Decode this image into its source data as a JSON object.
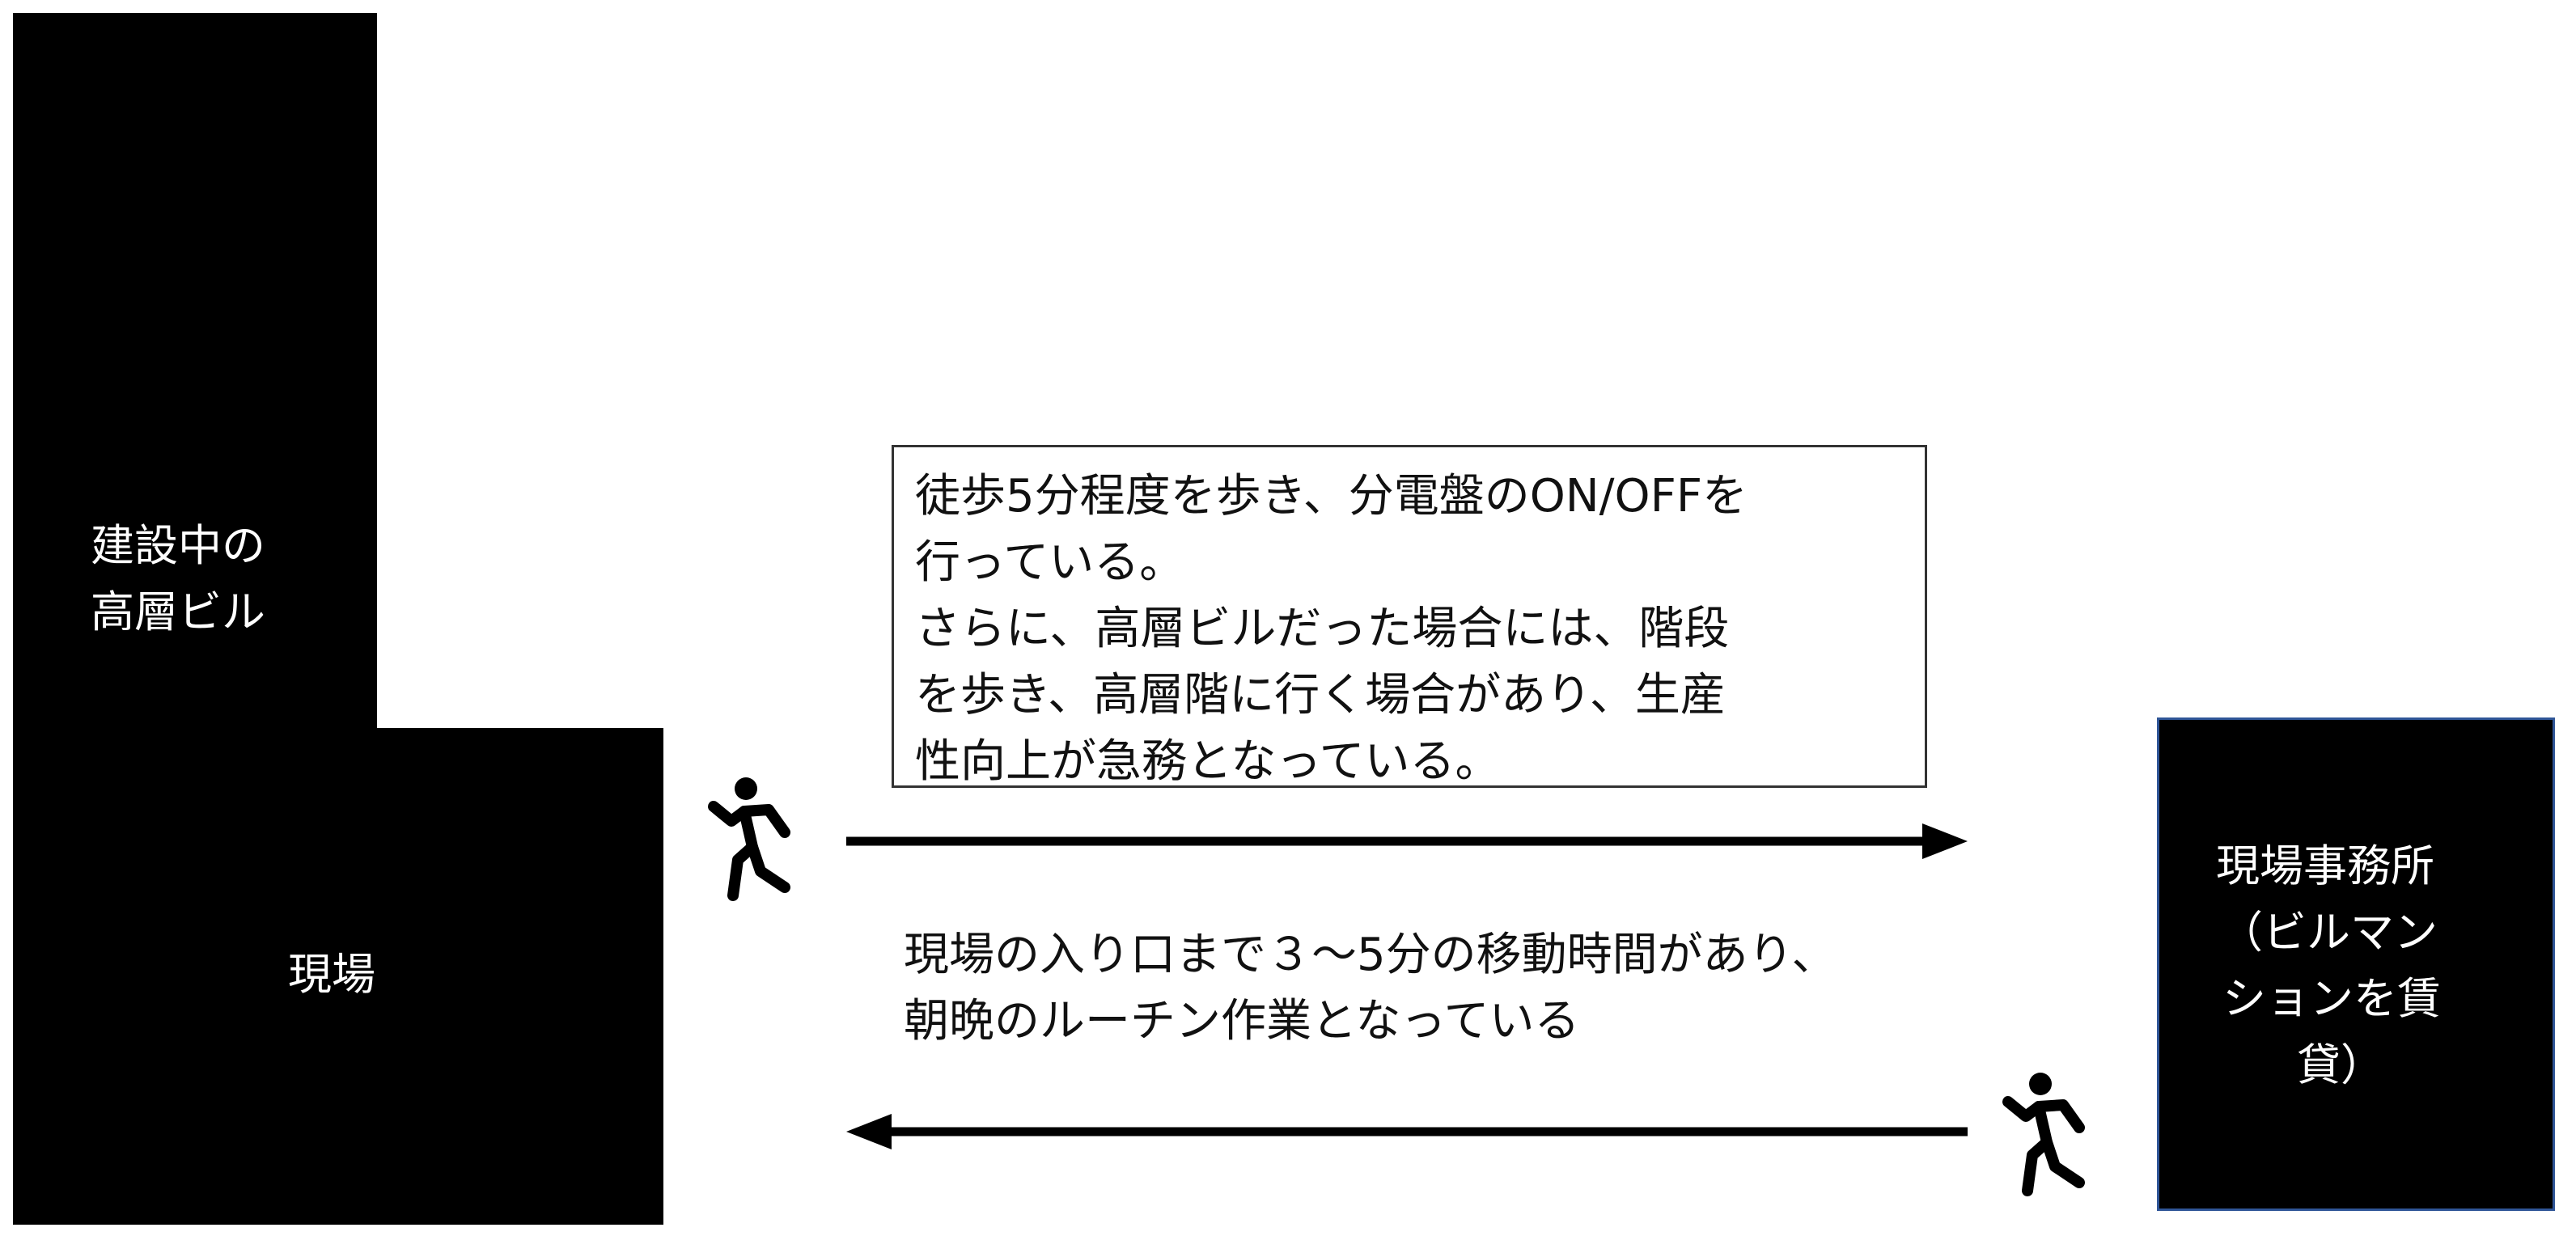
{
  "building": {
    "tower_label": [
      "建設中の",
      "高層ビル"
    ],
    "site_label": "現場"
  },
  "note_box": {
    "lines": [
      "徒歩5分程度を歩き、分電盤のON/OFFを",
      "行っている。",
      "さらに、高層ビルだった場合には、階段",
      "を歩き、高層階に行く場合があり、生産",
      "性向上が急務となっている。"
    ]
  },
  "commute_note": {
    "lines": [
      "現場の入り口まで３～5分の移動時間があり、",
      "朝晩のルーチン作業となっている"
    ]
  },
  "office": {
    "lines": [
      "現場事務所",
      "（ビルマン",
      "ションを賃",
      "貸）"
    ],
    "border_color": "#2f5597"
  },
  "icons": {
    "walker": "running-person-icon",
    "arrow_right": "arrow-right-icon",
    "arrow_left": "arrow-left-icon"
  }
}
